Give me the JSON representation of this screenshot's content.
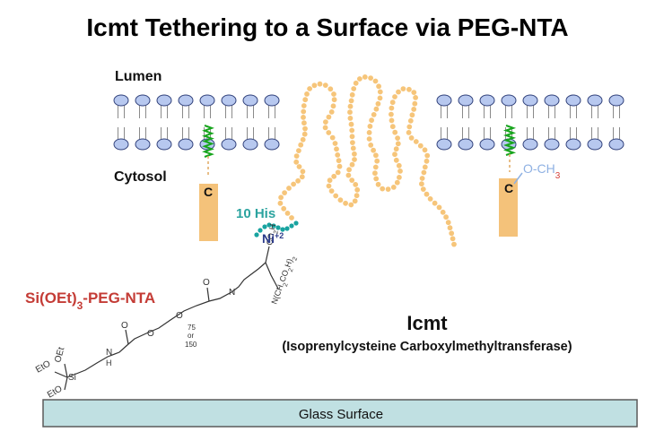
{
  "title": "Icmt Tethering to a Surface via PEG-NTA",
  "labels": {
    "lumen": "Lumen",
    "cytosol": "Cytosol",
    "his_tag": "10 His",
    "nickel": "Ni",
    "nickel_charge": "+2",
    "cys_left": "C",
    "cys_right": "C",
    "methyl_ester": "O-CH",
    "methyl_sub": "3",
    "linker_main": "Si(OEt)",
    "linker_sub": "3",
    "linker_rest": "-PEG-NTA",
    "protein_name": "Icmt",
    "protein_full": "(Isoprenylcysteine Carboxylmethyltransferase)",
    "surface": "Glass Surface"
  },
  "structure": {
    "co2h": "CO",
    "co2h_sub": "2",
    "co2h_end": "H",
    "nta_amine": "N(CH",
    "nta_sub1": "2",
    "nta_mid": "CO",
    "nta_sub2": "2",
    "nta_end": "H)",
    "nta_sub3": "2",
    "amide_n_right": "N",
    "amide_o_right": "O",
    "ether_o1": "O",
    "ether_o2": "O",
    "peg_n1": "75",
    "peg_or": "or",
    "peg_n2": "150",
    "amide_o_left": "O",
    "amide_n_left": "N",
    "amide_h_left": "H",
    "si": "Si",
    "eto_top": "OEt",
    "eto_left": "EtO",
    "eto_bottom": "EtO"
  },
  "colors": {
    "lipid_head_fill": "#b7c8ef",
    "lipid_head_stroke": "#30407a",
    "tail": "#8a8a8a",
    "farnesyl": "#17a51d",
    "protein_bead": "#f6c57a",
    "protein_block": "#f4c27a",
    "his_bead": "#18a3a0",
    "his_text": "#2ba39f",
    "nickel_text": "#2b3a8a",
    "methyl_o": "#8fb1e3",
    "methyl_c": "#d5413b",
    "linker_text": "#c43c36",
    "surface_fill": "#c0e0e2",
    "surface_stroke": "#5a5a5a"
  }
}
